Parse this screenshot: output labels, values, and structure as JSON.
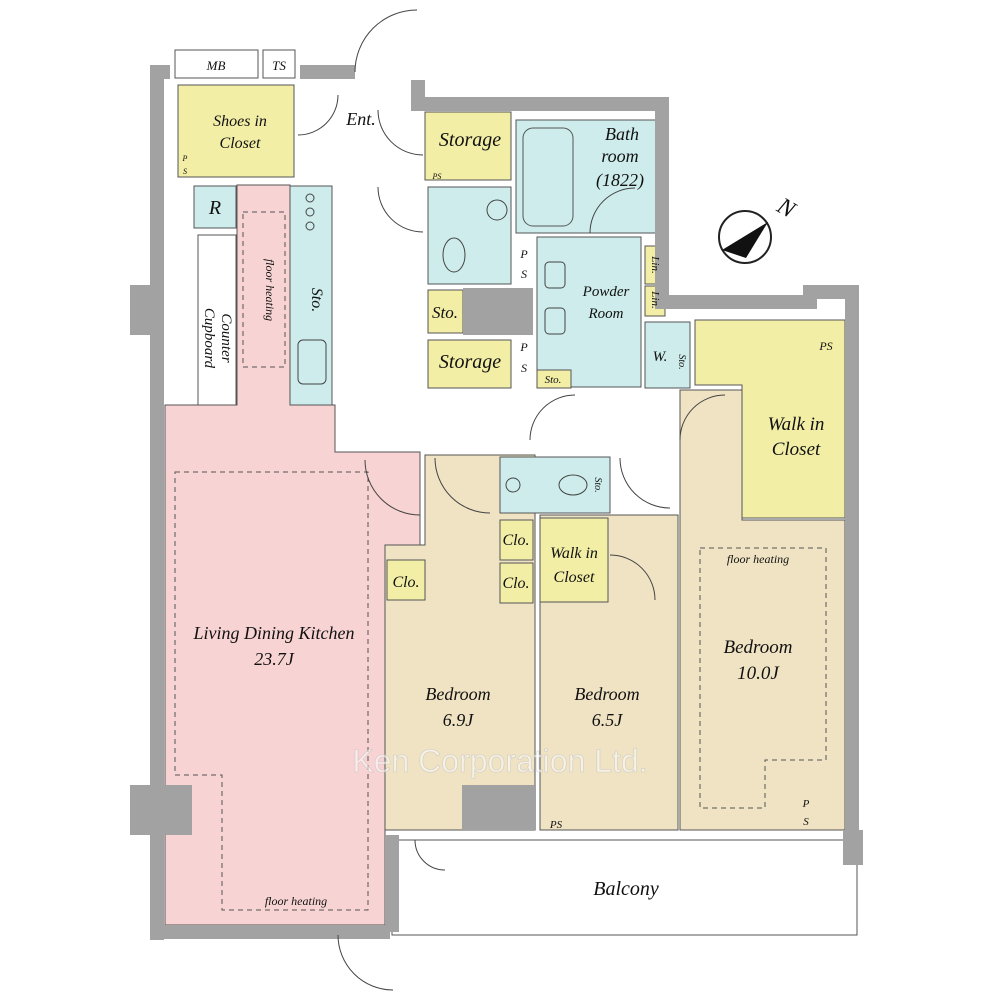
{
  "colors": {
    "wall": "#a2a2a2",
    "storage": "#f3eea6",
    "living": "#f8d3d3",
    "wet": "#cdeceb",
    "bedroom": "#f0e3c3"
  },
  "labels": {
    "mb": "MB",
    "ts": "TS",
    "shoes1": "Shoes in",
    "shoes2": "Closet",
    "ent": "Ent.",
    "storage_top": "Storage",
    "bath1": "Bath",
    "bath2": "room",
    "bath3": "(1822)",
    "r": "R",
    "floor_heating_kitchen": "floor heating",
    "counter": "Counter",
    "cupboard": "Cupboard",
    "sto_kitchen": "Sto.",
    "sto_mid": "Sto.",
    "storage_mid": "Storage",
    "ps": "PS",
    "p": "P",
    "s": "S",
    "powder1": "Powder",
    "powder2": "Room",
    "lin": "Lin.",
    "w": "W.",
    "wsto": "Sto.",
    "sto_small": "Sto.",
    "wic1": "Walk in",
    "wic2": "Closet",
    "sto_bath2": "Sto.",
    "clo": "Clo.",
    "wic_b1": "Walk in",
    "wic_b2": "Closet",
    "ldk1": "Living Dining Kitchen",
    "ldk2": "23.7J",
    "floor_heating_ldk": "floor heating",
    "bed1a": "Bedroom",
    "bed1b": "6.9J",
    "bed2a": "Bedroom",
    "bed2b": "6.5J",
    "bed3a": "Bedroom",
    "bed3b": "10.0J",
    "floor_heating_bed": "floor heating",
    "balcony": "Balcony",
    "compass": "N",
    "watermark": "Ken Corporation Ltd."
  }
}
